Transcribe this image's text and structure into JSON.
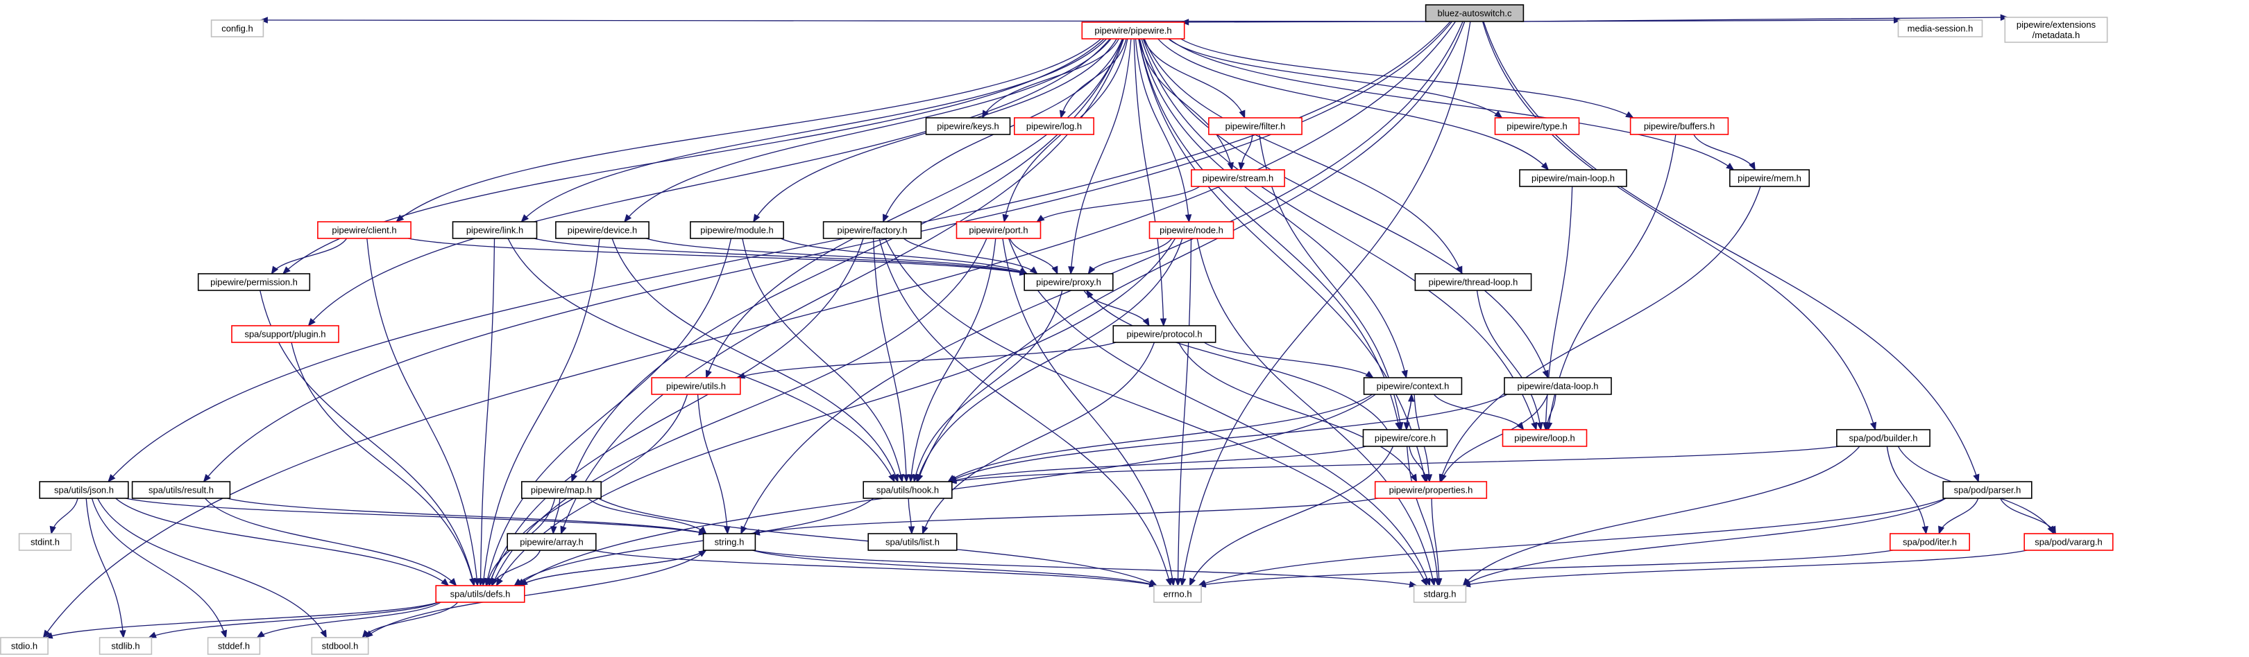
{
  "title": "bluez-autoswitch.c",
  "legend": {
    "root_fill": "#bfbfbf",
    "edge_color": "#191970",
    "normal_border": "#000000",
    "truncated_border": "#ff0000",
    "external_border": "#bfbfbf"
  },
  "nodes": [
    {
      "id": "root",
      "label": "bluez-autoswitch.c",
      "kind": "root"
    },
    {
      "id": "config",
      "label": "config.h",
      "kind": "external"
    },
    {
      "id": "pw_ext_meta",
      "label": "pipewire/extensions\n/metadata.h",
      "kind": "external"
    },
    {
      "id": "media_session",
      "label": "media-session.h",
      "kind": "external"
    },
    {
      "id": "pipewire",
      "label": "pipewire/pipewire.h",
      "kind": "truncated"
    },
    {
      "id": "keys",
      "label": "pipewire/keys.h",
      "kind": "normal"
    },
    {
      "id": "log",
      "label": "pipewire/log.h",
      "kind": "truncated"
    },
    {
      "id": "filter",
      "label": "pipewire/filter.h",
      "kind": "truncated"
    },
    {
      "id": "type",
      "label": "pipewire/type.h",
      "kind": "truncated"
    },
    {
      "id": "buffers",
      "label": "pipewire/buffers.h",
      "kind": "truncated"
    },
    {
      "id": "stream",
      "label": "pipewire/stream.h",
      "kind": "truncated"
    },
    {
      "id": "main_loop",
      "label": "pipewire/main-loop.h",
      "kind": "normal"
    },
    {
      "id": "mem",
      "label": "pipewire/mem.h",
      "kind": "normal"
    },
    {
      "id": "client",
      "label": "pipewire/client.h",
      "kind": "truncated"
    },
    {
      "id": "link",
      "label": "pipewire/link.h",
      "kind": "normal"
    },
    {
      "id": "device",
      "label": "pipewire/device.h",
      "kind": "normal"
    },
    {
      "id": "module",
      "label": "pipewire/module.h",
      "kind": "normal"
    },
    {
      "id": "factory",
      "label": "pipewire/factory.h",
      "kind": "normal"
    },
    {
      "id": "port",
      "label": "pipewire/port.h",
      "kind": "truncated"
    },
    {
      "id": "node",
      "label": "pipewire/node.h",
      "kind": "truncated"
    },
    {
      "id": "thread_loop",
      "label": "pipewire/thread-loop.h",
      "kind": "normal"
    },
    {
      "id": "permission",
      "label": "pipewire/permission.h",
      "kind": "normal"
    },
    {
      "id": "proxy",
      "label": "pipewire/proxy.h",
      "kind": "normal"
    },
    {
      "id": "plugin",
      "label": "spa/support/plugin.h",
      "kind": "truncated"
    },
    {
      "id": "protocol",
      "label": "pipewire/protocol.h",
      "kind": "normal"
    },
    {
      "id": "utils",
      "label": "pipewire/utils.h",
      "kind": "truncated"
    },
    {
      "id": "context",
      "label": "pipewire/context.h",
      "kind": "normal"
    },
    {
      "id": "data_loop",
      "label": "pipewire/data-loop.h",
      "kind": "normal"
    },
    {
      "id": "core",
      "label": "pipewire/core.h",
      "kind": "normal"
    },
    {
      "id": "loop",
      "label": "pipewire/loop.h",
      "kind": "truncated"
    },
    {
      "id": "builder",
      "label": "spa/pod/builder.h",
      "kind": "normal"
    },
    {
      "id": "json",
      "label": "spa/utils/json.h",
      "kind": "normal"
    },
    {
      "id": "result",
      "label": "spa/utils/result.h",
      "kind": "normal"
    },
    {
      "id": "map",
      "label": "pipewire/map.h",
      "kind": "normal"
    },
    {
      "id": "hook",
      "label": "spa/utils/hook.h",
      "kind": "normal"
    },
    {
      "id": "properties",
      "label": "pipewire/properties.h",
      "kind": "truncated"
    },
    {
      "id": "parser",
      "label": "spa/pod/parser.h",
      "kind": "normal"
    },
    {
      "id": "stdint",
      "label": "stdint.h",
      "kind": "external"
    },
    {
      "id": "array",
      "label": "pipewire/array.h",
      "kind": "normal"
    },
    {
      "id": "string",
      "label": "string.h",
      "kind": "normal"
    },
    {
      "id": "list",
      "label": "spa/utils/list.h",
      "kind": "normal"
    },
    {
      "id": "iter",
      "label": "spa/pod/iter.h",
      "kind": "truncated"
    },
    {
      "id": "vararg",
      "label": "spa/pod/vararg.h",
      "kind": "truncated"
    },
    {
      "id": "defs",
      "label": "spa/utils/defs.h",
      "kind": "truncated"
    },
    {
      "id": "errno",
      "label": "errno.h",
      "kind": "external"
    },
    {
      "id": "stdarg",
      "label": "stdarg.h",
      "kind": "external"
    },
    {
      "id": "stdio",
      "label": "stdio.h",
      "kind": "external"
    },
    {
      "id": "stdlib",
      "label": "stdlib.h",
      "kind": "external"
    },
    {
      "id": "stddef",
      "label": "stddef.h",
      "kind": "external"
    },
    {
      "id": "stdbool",
      "label": "stdbool.h",
      "kind": "external"
    }
  ],
  "edges": [
    [
      "root",
      "config"
    ],
    [
      "root",
      "pw_ext_meta"
    ],
    [
      "root",
      "media_session"
    ],
    [
      "root",
      "pipewire"
    ],
    [
      "root",
      "stdio"
    ],
    [
      "root",
      "json"
    ],
    [
      "root",
      "result"
    ],
    [
      "root",
      "hook"
    ],
    [
      "root",
      "builder"
    ],
    [
      "root",
      "parser"
    ],
    [
      "root",
      "errno"
    ],
    [
      "root",
      "string"
    ],
    [
      "pipewire",
      "keys"
    ],
    [
      "pipewire",
      "log"
    ],
    [
      "pipewire",
      "filter"
    ],
    [
      "pipewire",
      "type"
    ],
    [
      "pipewire",
      "buffers"
    ],
    [
      "pipewire",
      "stream"
    ],
    [
      "pipewire",
      "main_loop"
    ],
    [
      "pipewire",
      "mem"
    ],
    [
      "pipewire",
      "client"
    ],
    [
      "pipewire",
      "link"
    ],
    [
      "pipewire",
      "device"
    ],
    [
      "pipewire",
      "module"
    ],
    [
      "pipewire",
      "factory"
    ],
    [
      "pipewire",
      "port"
    ],
    [
      "pipewire",
      "node"
    ],
    [
      "pipewire",
      "thread_loop"
    ],
    [
      "pipewire",
      "permission"
    ],
    [
      "pipewire",
      "proxy"
    ],
    [
      "pipewire",
      "plugin"
    ],
    [
      "pipewire",
      "protocol"
    ],
    [
      "pipewire",
      "utils"
    ],
    [
      "pipewire",
      "context"
    ],
    [
      "pipewire",
      "data_loop"
    ],
    [
      "pipewire",
      "core"
    ],
    [
      "pipewire",
      "loop"
    ],
    [
      "pipewire",
      "map"
    ],
    [
      "pipewire",
      "array"
    ],
    [
      "pipewire",
      "properties"
    ],
    [
      "filter",
      "stream"
    ],
    [
      "filter",
      "core"
    ],
    [
      "buffers",
      "mem"
    ],
    [
      "buffers",
      "loop"
    ],
    [
      "stream",
      "port"
    ],
    [
      "main_loop",
      "loop"
    ],
    [
      "mem",
      "properties"
    ],
    [
      "client",
      "permission"
    ],
    [
      "client",
      "proxy"
    ],
    [
      "client",
      "defs"
    ],
    [
      "link",
      "proxy"
    ],
    [
      "link",
      "hook"
    ],
    [
      "link",
      "defs"
    ],
    [
      "device",
      "proxy"
    ],
    [
      "device",
      "hook"
    ],
    [
      "device",
      "defs"
    ],
    [
      "module",
      "proxy"
    ],
    [
      "module",
      "hook"
    ],
    [
      "module",
      "defs"
    ],
    [
      "factory",
      "proxy"
    ],
    [
      "factory",
      "hook"
    ],
    [
      "factory",
      "defs"
    ],
    [
      "factory",
      "errno"
    ],
    [
      "factory",
      "stdarg"
    ],
    [
      "port",
      "proxy"
    ],
    [
      "port",
      "hook"
    ],
    [
      "port",
      "defs"
    ],
    [
      "port",
      "errno"
    ],
    [
      "port",
      "stdarg"
    ],
    [
      "node",
      "proxy"
    ],
    [
      "node",
      "hook"
    ],
    [
      "node",
      "defs"
    ],
    [
      "node",
      "errno"
    ],
    [
      "node",
      "stdarg"
    ],
    [
      "thread_loop",
      "loop"
    ],
    [
      "permission",
      "defs"
    ],
    [
      "plugin",
      "defs"
    ],
    [
      "proxy",
      "hook"
    ],
    [
      "proxy",
      "protocol"
    ],
    [
      "protocol",
      "utils"
    ],
    [
      "protocol",
      "context"
    ],
    [
      "protocol",
      "properties"
    ],
    [
      "protocol",
      "list"
    ],
    [
      "utils",
      "string"
    ],
    [
      "utils",
      "defs"
    ],
    [
      "context",
      "core"
    ],
    [
      "context",
      "loop"
    ],
    [
      "context",
      "properties"
    ],
    [
      "context",
      "hook"
    ],
    [
      "context",
      "defs"
    ],
    [
      "core",
      "context"
    ],
    [
      "core",
      "proxy"
    ],
    [
      "core",
      "hook"
    ],
    [
      "core",
      "properties"
    ],
    [
      "core",
      "errno"
    ],
    [
      "core",
      "stdarg"
    ],
    [
      "data_loop",
      "loop"
    ],
    [
      "data_loop",
      "properties"
    ],
    [
      "data_loop",
      "hook"
    ],
    [
      "builder",
      "iter"
    ],
    [
      "builder",
      "vararg"
    ],
    [
      "builder",
      "hook"
    ],
    [
      "builder",
      "stdarg"
    ],
    [
      "parser",
      "iter"
    ],
    [
      "parser",
      "vararg"
    ],
    [
      "parser",
      "errno"
    ],
    [
      "parser",
      "stdarg"
    ],
    [
      "iter",
      "errno"
    ],
    [
      "vararg",
      "stdarg"
    ],
    [
      "json",
      "stdint"
    ],
    [
      "json",
      "defs"
    ],
    [
      "json",
      "stdlib"
    ],
    [
      "json",
      "stddef"
    ],
    [
      "json",
      "stdbool"
    ],
    [
      "json",
      "string"
    ],
    [
      "result",
      "defs"
    ],
    [
      "result",
      "string"
    ],
    [
      "map",
      "array"
    ],
    [
      "map",
      "defs"
    ],
    [
      "map",
      "string"
    ],
    [
      "map",
      "errno"
    ],
    [
      "array",
      "defs"
    ],
    [
      "array",
      "errno"
    ],
    [
      "hook",
      "list"
    ],
    [
      "hook",
      "defs"
    ],
    [
      "properties",
      "string"
    ],
    [
      "properties",
      "stdarg"
    ],
    [
      "string",
      "defs"
    ],
    [
      "string",
      "errno"
    ],
    [
      "string",
      "stdarg"
    ],
    [
      "string",
      "stdbool"
    ],
    [
      "defs",
      "stdio"
    ],
    [
      "defs",
      "stdlib"
    ],
    [
      "defs",
      "stddef"
    ],
    [
      "defs",
      "stdbool"
    ],
    [
      "defs",
      "string"
    ]
  ]
}
